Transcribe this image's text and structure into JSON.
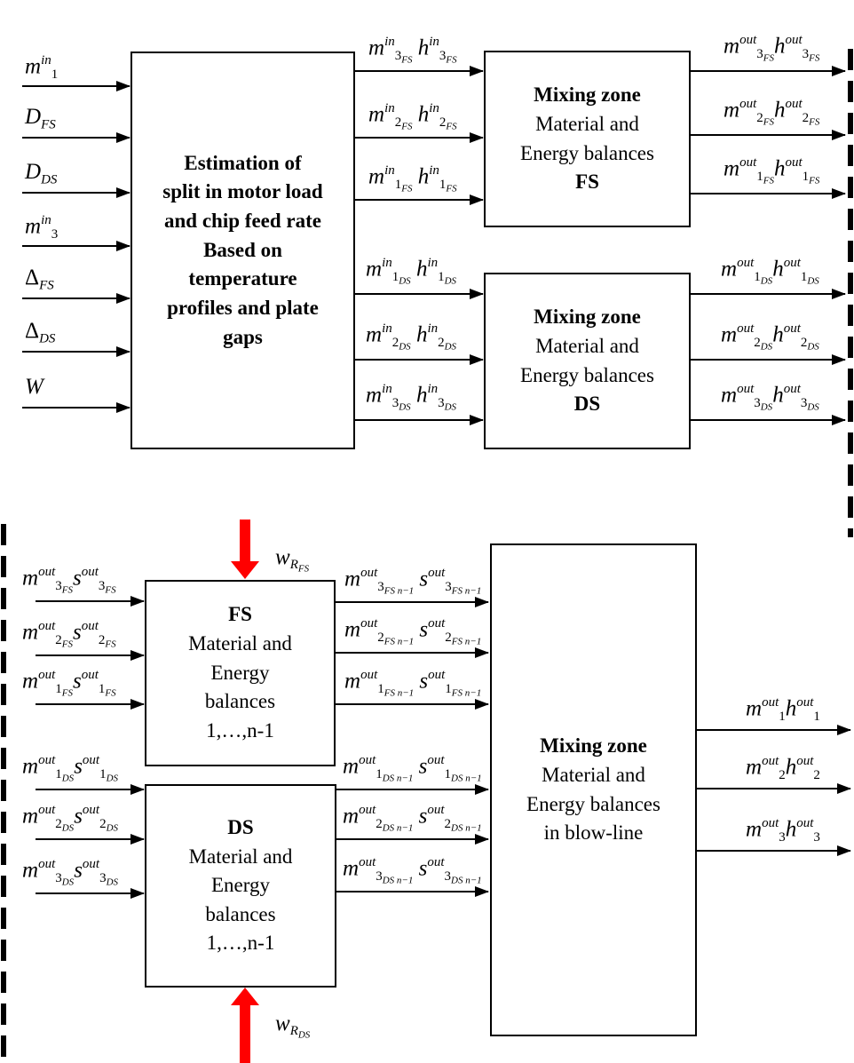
{
  "estimation_block": {
    "lines": [
      "Estimation of",
      "split in motor load",
      "and chip feed rate",
      "Based on",
      "temperature",
      "profiles and plate",
      "gaps"
    ],
    "inputs": [
      {
        "base": "m",
        "sub": "1",
        "sup": "in"
      },
      {
        "base": "D",
        "sub": "FS",
        "sup": ""
      },
      {
        "base": "D",
        "sub": "DS",
        "sup": ""
      },
      {
        "base": "m",
        "sub": "3",
        "sup": "in"
      },
      {
        "base": "Δ",
        "sub": "FS",
        "sup": ""
      },
      {
        "base": "Δ",
        "sub": "DS",
        "sup": ""
      },
      {
        "base": "W",
        "sub": "",
        "sup": ""
      }
    ]
  },
  "mixing_fs": {
    "title": "Mixing zone",
    "line1": "Material and",
    "line2": "Energy balances",
    "tag": "FS",
    "inputs": [
      "3",
      "2",
      "1"
    ],
    "outputs": [
      "3",
      "2",
      "1"
    ]
  },
  "mixing_ds": {
    "title": "Mixing zone",
    "line1": "Material and",
    "line2": "Energy balances",
    "tag": "DS",
    "inputs": [
      "1",
      "2",
      "3"
    ],
    "outputs": [
      "1",
      "2",
      "3"
    ]
  },
  "fs_block": {
    "title": "FS",
    "lines": [
      "Material and",
      "Energy",
      "balances",
      "1,…,n-1"
    ],
    "inputs": [
      "3",
      "2",
      "1"
    ],
    "outputs": [
      "3",
      "2",
      "1"
    ],
    "heat_label": {
      "base": "w",
      "sub": "R",
      "subsub": "FS"
    }
  },
  "ds_block": {
    "title": "DS",
    "lines": [
      "Material and",
      "Energy",
      "balances",
      "1,…,n-1"
    ],
    "inputs": [
      "1",
      "2",
      "3"
    ],
    "outputs": [
      "1",
      "2",
      "3"
    ],
    "heat_label": {
      "base": "w",
      "sub": "R",
      "subsub": "DS"
    }
  },
  "blowline_block": {
    "title": "Mixing zone",
    "lines": [
      "Material and",
      "Energy balances",
      "in blow-line"
    ],
    "outputs": [
      "1",
      "2",
      "3"
    ]
  },
  "symbols": {
    "in": "in",
    "out": "out",
    "n1": "n−1",
    "m": "m",
    "h": "h",
    "s": "s"
  },
  "colors": {
    "heat_arrow": "#ff0000",
    "line": "#000000"
  }
}
